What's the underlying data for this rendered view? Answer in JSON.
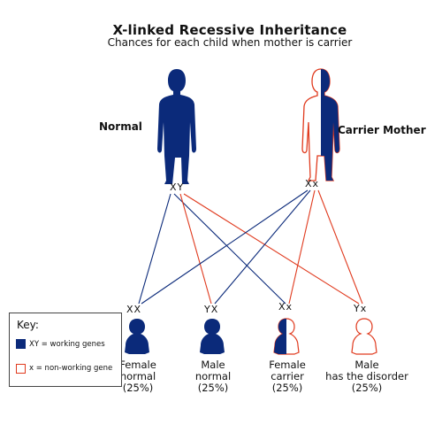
{
  "title": "X-linked Recessive Inheritance",
  "subtitle": "Chances for each child when mother is carrier",
  "colors": {
    "working": "#0b2a7a",
    "nonworking": "#e03a1e"
  },
  "parents": {
    "father": {
      "label": "Normal",
      "genotype": "XY"
    },
    "mother": {
      "label": "Carrier Mother",
      "genotype": "Xx"
    }
  },
  "children": [
    {
      "genotype": "XX",
      "line1": "Female",
      "line2": "normal",
      "line3": "(25%)",
      "type": "solid"
    },
    {
      "genotype": "YX",
      "line1": "Male",
      "line2": "normal",
      "line3": "(25%)",
      "type": "solid"
    },
    {
      "genotype": "Xx",
      "line1": "Female",
      "line2": "carrier",
      "line3": "(25%)",
      "type": "half"
    },
    {
      "genotype": "Yx",
      "line1": "Male",
      "line2": "has the disorder",
      "line3": "(25%)",
      "type": "outline"
    }
  ],
  "key": {
    "title": "Key:",
    "working_label": "XY = working genes",
    "nonworking_label": "x = non-working gene"
  }
}
